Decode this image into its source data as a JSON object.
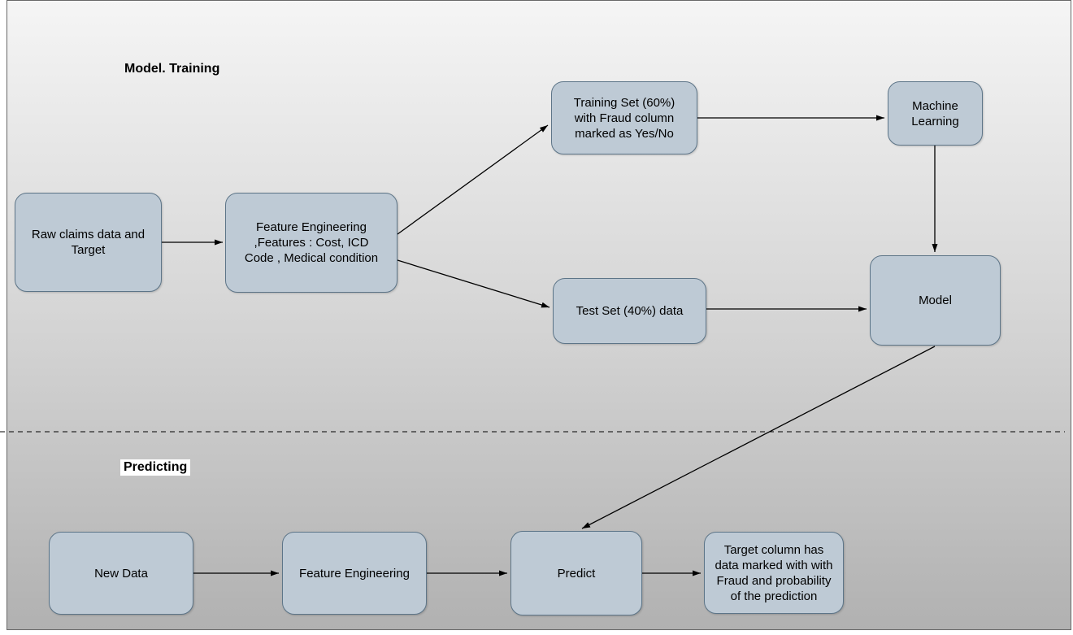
{
  "sections": {
    "training_label": "Model. Training",
    "predicting_label": "Predicting"
  },
  "nodes": {
    "raw_claims": {
      "text": "Raw claims data and\nTarget"
    },
    "feature_engineering_training": {
      "text": "Feature Engineering\n,Features : Cost, ICD\nCode , Medical condition"
    },
    "training_set": {
      "text": "Training Set (60%)\nwith Fraud column\nmarked as Yes/No"
    },
    "machine_learning": {
      "text": "Machine\nLearning"
    },
    "test_set": {
      "text": "Test Set (40%) data"
    },
    "model": {
      "text": "Model"
    },
    "new_data": {
      "text": "New Data"
    },
    "feature_engineering_predicting": {
      "text": "Feature Engineering"
    },
    "predict": {
      "text": "Predict"
    },
    "target_column": {
      "text": "Target column has\ndata marked with with\nFraud and probability\nof the prediction"
    }
  },
  "colors": {
    "node_fill": "#becad5",
    "node_border": "#5d7588",
    "arrow": "#000000",
    "frame_border": "#686868",
    "background_top": "#f5f5f5",
    "background_bottom": "#b1b1b1"
  }
}
